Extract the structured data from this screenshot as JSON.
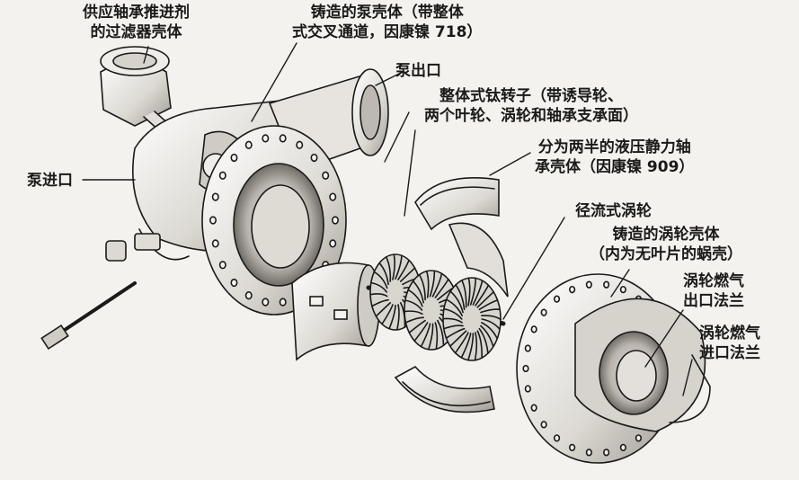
{
  "labels": {
    "filter_housing": {
      "line1": "供应轴承推进剂",
      "line2": "的过滤器壳体"
    },
    "pump_housing": {
      "line1": "铸造的泵壳体（带整体",
      "line2": "式交叉通道，因康镍 718）"
    },
    "pump_outlet": "泵出口",
    "titanium_rotor": {
      "line1": "整体式钛转子（带诱导轮、",
      "line2": "两个叶轮、涡轮和轴承支承面）"
    },
    "bearing_housing": {
      "line1": "分为两半的液压静力轴",
      "line2": "承壳体（因康镍 909）"
    },
    "pump_inlet": "泵进口",
    "radial_turbine": "径流式涡轮",
    "turbine_housing": {
      "line1": "铸造的涡轮壳体",
      "line2": "（内为无叶片的蜗壳）"
    },
    "gas_outlet_flange": {
      "line1": "涡轮燃气",
      "line2": "出口法兰"
    },
    "gas_inlet_flange": {
      "line1": "涡轮燃气",
      "line2": "进口法兰"
    }
  },
  "colors": {
    "ink": "#1a1a1a",
    "paper": "#f4f2ee",
    "shade": "#c9c6c0",
    "light": "#e6e3de"
  }
}
